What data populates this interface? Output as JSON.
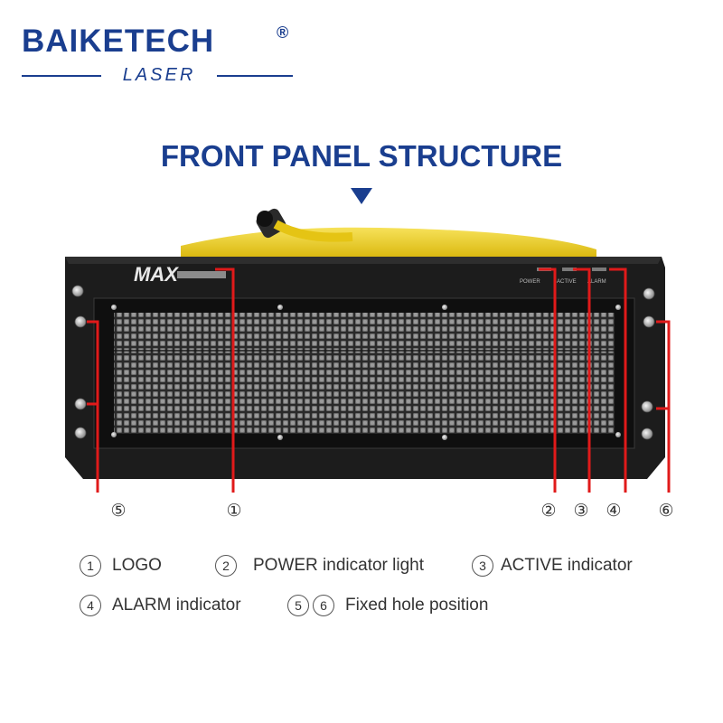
{
  "brand": {
    "name": "BAIKETECH",
    "registered": "®",
    "sub": "LASER"
  },
  "title": "FRONT PANEL STRUCTURE",
  "device": {
    "logo_text": "MAX",
    "indicator_labels": [
      "POWER",
      "ACTIVE",
      "ALARM"
    ]
  },
  "callouts": [
    {
      "id": "5",
      "label": "⑤"
    },
    {
      "id": "1",
      "label": "①"
    },
    {
      "id": "2",
      "label": "②"
    },
    {
      "id": "3",
      "label": "③"
    },
    {
      "id": "4",
      "label": "④"
    },
    {
      "id": "6",
      "label": "⑥"
    }
  ],
  "legend": [
    {
      "nums": [
        "1"
      ],
      "text": "LOGO"
    },
    {
      "nums": [
        "2"
      ],
      "text": "POWER indicator light"
    },
    {
      "nums": [
        "3"
      ],
      "text": "ACTIVE indicator"
    },
    {
      "nums": [
        "4"
      ],
      "text": "ALARM indicator"
    },
    {
      "nums": [
        "5",
        "6"
      ],
      "text": "Fixed hole position"
    }
  ],
  "colors": {
    "brand_blue": "#1a3e8f",
    "callout_red": "#e01a1a",
    "cable_yellow": "#f2d21a",
    "panel_black": "#1c1c1c"
  }
}
